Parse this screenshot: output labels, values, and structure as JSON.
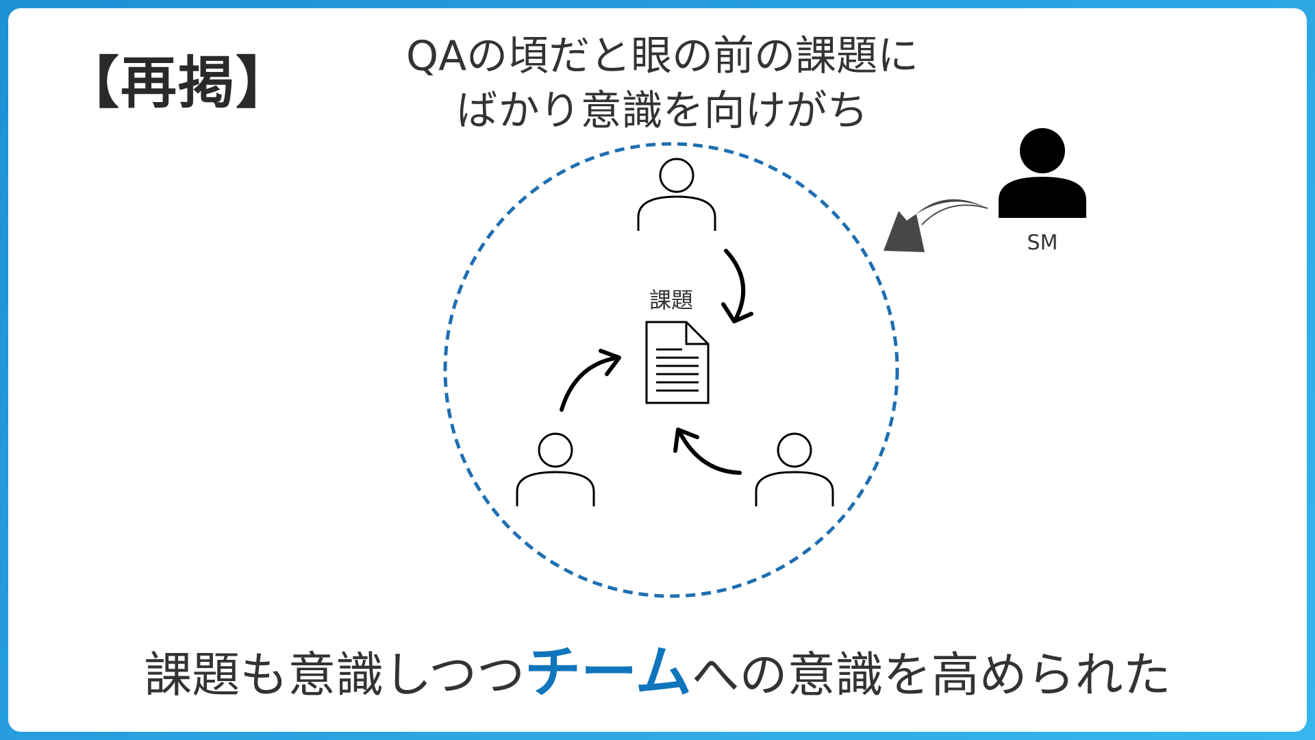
{
  "badge": "【再掲】",
  "headline": {
    "line1": "QAの頃だと眼の前の課題に",
    "line2": "ばかり意識を向けがち"
  },
  "diagram": {
    "center_label": "課題",
    "sm_label": "SM"
  },
  "footer": {
    "before": "課題も意識しつつ",
    "highlight": "チーム",
    "after": "への意識を高められた"
  },
  "colors": {
    "frame_blue": "#1f8fd4",
    "accent_blue": "#0f75bc",
    "dashed_circle": "#1f6fb2",
    "text": "#333333",
    "sm_arrow": "#474747"
  }
}
